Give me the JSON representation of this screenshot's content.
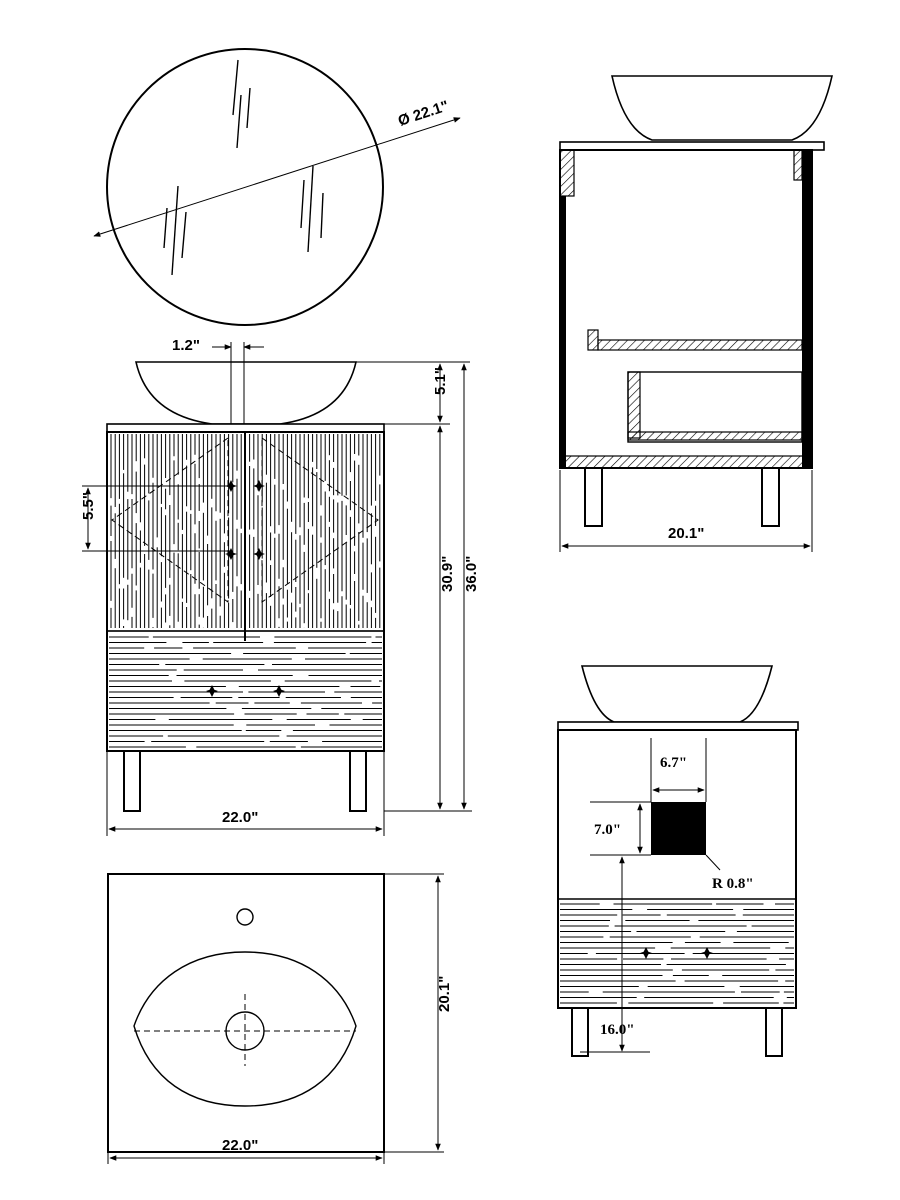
{
  "dimensions": {
    "mirror_diameter": "Ø 22.1\"",
    "faucet_offset": "1.2\"",
    "vessel_height": "5.1\"",
    "door_feature": "5.5\"",
    "cabinet_height": "30.9\"",
    "total_height": "36.0\"",
    "front_width": "22.0\"",
    "side_depth": "20.1\"",
    "cutout_width": "6.7\"",
    "cutout_height": "7.0\"",
    "cutout_radius": "R 0.8\"",
    "cutout_elevation": "16.0\"",
    "top_depth": "20.1\"",
    "top_width": "22.0\""
  }
}
